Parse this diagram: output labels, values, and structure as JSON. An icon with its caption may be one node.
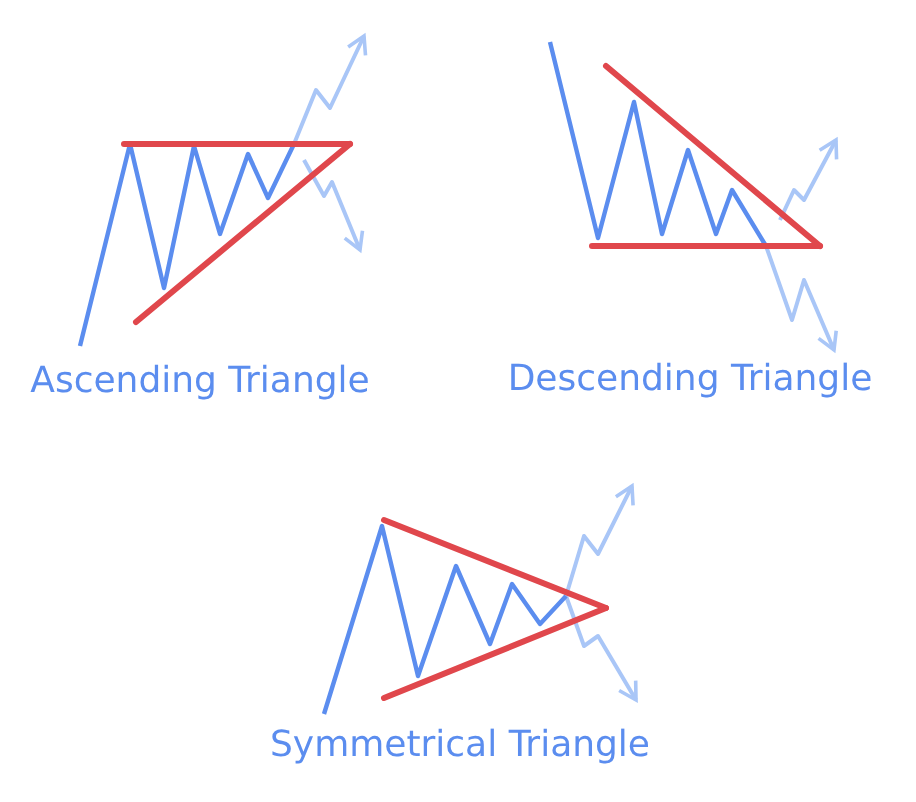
{
  "diagram": {
    "labels": [
      "Ascending Triangle",
      "Descending Triangle",
      "Symmetrical Triangle"
    ]
  }
}
